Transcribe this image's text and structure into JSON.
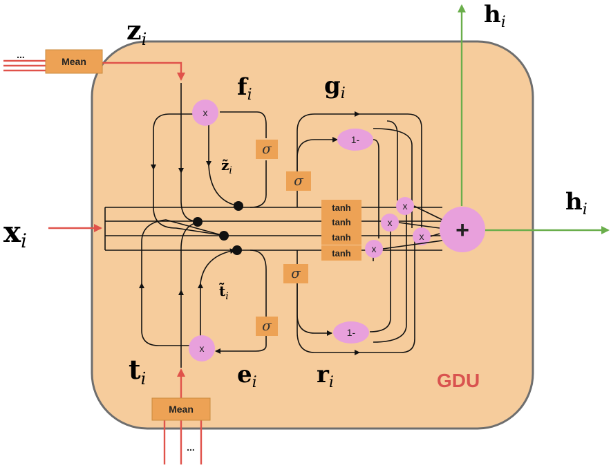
{
  "inputs": {
    "z": "z",
    "z_sub": "i",
    "x": "x",
    "x_sub": "i",
    "t": "t",
    "t_sub": "i"
  },
  "gates": {
    "f": "f",
    "f_sub": "i",
    "g": "g",
    "g_sub": "i",
    "e": "e",
    "e_sub": "i",
    "r": "r",
    "r_sub": "i"
  },
  "intermediate": {
    "z_tilde": "z̃",
    "z_tilde_sub": "i",
    "t_tilde": "t̃",
    "t_tilde_sub": "i"
  },
  "outputs": {
    "h_top": "h",
    "h_top_sub": "i",
    "h_right": "h",
    "h_right_sub": "i"
  },
  "blocks": {
    "mean_top": "Mean",
    "mean_bottom": "Mean",
    "dots_top": "...",
    "dots_bottom": "...",
    "sigma_f": "σ",
    "sigma_g": "σ",
    "sigma_r": "σ",
    "sigma_e": "σ",
    "tanh_1": "tanh",
    "tanh_2": "tanh",
    "tanh_3": "tanh",
    "tanh_4": "tanh",
    "mult_top": "x",
    "mult_bottom": "x",
    "one_minus_top": "1-",
    "one_minus_bottom": "1-",
    "mult_small_1": "x",
    "mult_small_2": "x",
    "mult_small_3": "x",
    "mult_small_4": "x",
    "sum": "+"
  },
  "unit_label": "GDU",
  "colors": {
    "unit_fill": "#f6cc9c",
    "unit_stroke": "#6e6e6e",
    "block_fill": "#eda255",
    "op_fill": "#e8a0dc",
    "input_line": "#e0524a",
    "output_line": "#6aae4b",
    "unit_label": "#d9534f"
  }
}
